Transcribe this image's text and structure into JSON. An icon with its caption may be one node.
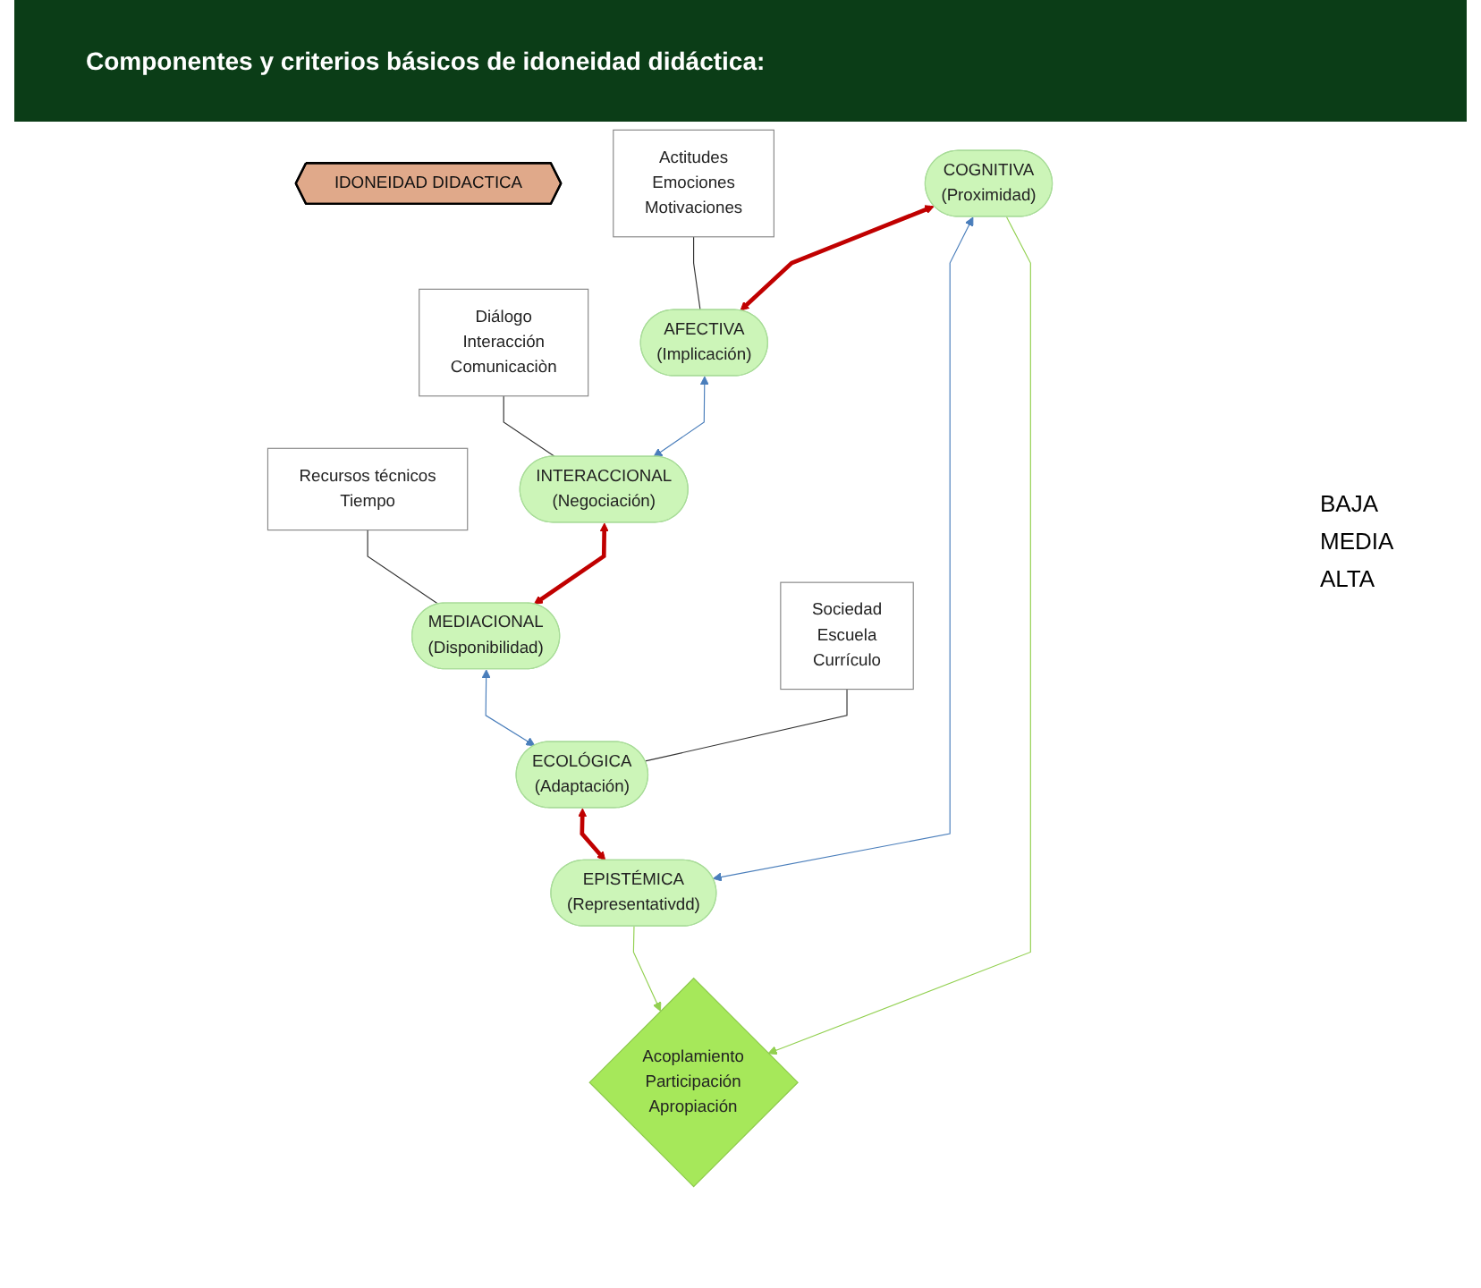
{
  "diagram": {
    "title": "Componentes y criterios básicos de idoneidad didáctica:",
    "nodes": [
      {
        "text": [
          "Diálogo",
          "Interacción",
          "Comunicaciòn"
        ]
      },
      {
        "text": [
          "Recursos técnicos",
          "Tiempo"
        ]
      },
      {
        "text": [
          "INTERACCIONAL",
          "(Negociación)"
        ]
      },
      {
        "text": [
          "MEDIACIONAL",
          "(Disponibilidad)"
        ]
      },
      {
        "text": [
          "IDONEIDAD DIDACTICA"
        ]
      },
      {
        "text": [
          "AFECTIVA",
          "(Implicación)"
        ]
      },
      {
        "text": [
          "ECOLÓGICA",
          "(Adaptación)"
        ]
      },
      {
        "text": [
          "Actitudes",
          "Emociones",
          "Motivaciones"
        ]
      },
      {
        "text": [
          "Sociedad",
          "Escuela",
          "Currículo"
        ]
      },
      {
        "text": [
          "COGNITIVA",
          "(Proximidad)"
        ]
      },
      {
        "text": [
          "EPISTÉMICA",
          "(Representativdd)"
        ]
      },
      {
        "text": [
          "Acoplamiento",
          "Participación",
          "Apropiación"
        ]
      }
    ],
    "edges": [
      {
        "from": 0,
        "to": 2,
        "arrow": "none"
      },
      {
        "from": 1,
        "to": 3,
        "arrow": "none"
      },
      {
        "from": 2,
        "to": 3,
        "arrow": "both",
        "style": "thick",
        "color": "#c00000"
      },
      {
        "from": 3,
        "to": 6,
        "arrow": "both",
        "color": "#4a7ebb"
      },
      {
        "from": 5,
        "to": 2,
        "arrow": "both",
        "color": "#4a7ebb"
      },
      {
        "from": 7,
        "to": 5,
        "arrow": "none"
      },
      {
        "from": 8,
        "to": 6,
        "arrow": "none"
      },
      {
        "from": 6,
        "to": 10,
        "arrow": "both",
        "style": "thick",
        "color": "#c00000"
      },
      {
        "from": 9,
        "to": 5,
        "arrow": "both",
        "style": "thick",
        "color": "#c00000"
      },
      {
        "from": 9,
        "to": 10,
        "arrow": "both",
        "color": "#4a7ebb"
      },
      {
        "from": 9,
        "to": 11,
        "arrow": "to",
        "color": "#92d050"
      },
      {
        "from": 10,
        "to": 11,
        "arrow": "to",
        "color": "#92d050"
      }
    ],
    "labels": [
      "BAJA",
      "MEDIA",
      "ALTA"
    ]
  }
}
